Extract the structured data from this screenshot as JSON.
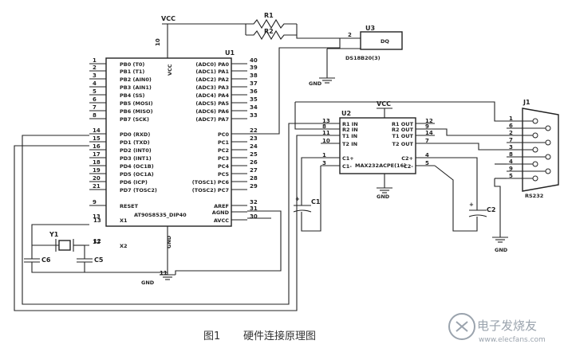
{
  "figure_caption": {
    "number": "图1",
    "title": "硬件连接原理图"
  },
  "watermark": {
    "brand": "电子发烧友",
    "url": "www.elecfans.com"
  },
  "u1": {
    "ref": "U1",
    "part": "AT90S8535_DIP40",
    "left_pins": [
      {
        "num": "1",
        "name": "PB0 (T0)"
      },
      {
        "num": "2",
        "name": "PB1 (T1)"
      },
      {
        "num": "3",
        "name": "PB2 (AIN0)"
      },
      {
        "num": "4",
        "name": "PB3 (AIN1)"
      },
      {
        "num": "5",
        "name": "PB4 (SS)"
      },
      {
        "num": "6",
        "name": "PB5 (MOSI)"
      },
      {
        "num": "7",
        "name": "PB6 (MISO)"
      },
      {
        "num": "8",
        "name": "PB7 (SCK)"
      },
      {
        "num": "14",
        "name": "PD0 (RXD)"
      },
      {
        "num": "15",
        "name": "PD1 (TXD)"
      },
      {
        "num": "16",
        "name": "PD2 (INT0)"
      },
      {
        "num": "17",
        "name": "PD3 (INT1)"
      },
      {
        "num": "18",
        "name": "PD4 (OC1B)"
      },
      {
        "num": "19",
        "name": "PD5 (OC1A)"
      },
      {
        "num": "20",
        "name": "PD6 (ICP)"
      },
      {
        "num": "21",
        "name": "PD7 (TOSC2)"
      },
      {
        "num": "9",
        "name": "RESET"
      },
      {
        "num": "13",
        "name": "X1"
      },
      {
        "num": "12",
        "name": "X2"
      }
    ],
    "right_pins": [
      {
        "num": "40",
        "name": "(ADC0) PA0"
      },
      {
        "num": "39",
        "name": "(ADC1) PA1"
      },
      {
        "num": "38",
        "name": "(ADC2) PA2"
      },
      {
        "num": "37",
        "name": "(ADC3) PA3"
      },
      {
        "num": "36",
        "name": "(ADC4) PA4"
      },
      {
        "num": "35",
        "name": "(ADC5) PA5"
      },
      {
        "num": "34",
        "name": "(ADC6) PA6"
      },
      {
        "num": "33",
        "name": "(ADC7) PA7"
      },
      {
        "num": "22",
        "name": "PC0"
      },
      {
        "num": "23",
        "name": "PC1"
      },
      {
        "num": "24",
        "name": "PC2"
      },
      {
        "num": "25",
        "name": "PC3"
      },
      {
        "num": "26",
        "name": "PC4"
      },
      {
        "num": "27",
        "name": "PC5"
      },
      {
        "num": "28",
        "name": "(TOSC1) PC6"
      },
      {
        "num": "29",
        "name": "(TOSC2) PC7"
      },
      {
        "num": "32",
        "name": "AREF"
      },
      {
        "num": "31",
        "name": "AGND"
      },
      {
        "num": "30",
        "name": "AVCC"
      }
    ],
    "vcc_pin_num": "10",
    "vcc_pin_name": "VCC",
    "gnd_pin_num": "11",
    "gnd_pin_name": "GND"
  },
  "u2": {
    "ref": "U2",
    "part": "MAX232ACPE(16)",
    "vcc_label": "VCC",
    "left_pins": [
      {
        "num": "13",
        "name": "R1 IN"
      },
      {
        "num": "8",
        "name": "R2 IN"
      },
      {
        "num": "11",
        "name": "T1 IN"
      },
      {
        "num": "10",
        "name": "T2 IN"
      },
      {
        "num": "1",
        "name": "C1+"
      },
      {
        "num": "3",
        "name": "C1-"
      }
    ],
    "right_pins": [
      {
        "num": "12",
        "name": "R1 OUT"
      },
      {
        "num": "9",
        "name": "R2 OUT"
      },
      {
        "num": "14",
        "name": "T1 OUT"
      },
      {
        "num": "7",
        "name": "T2 OUT"
      },
      {
        "num": "4",
        "name": "C2+"
      },
      {
        "num": "5",
        "name": "C2-"
      }
    ]
  },
  "u3": {
    "ref": "U3",
    "part": "DS18B20(3)",
    "pin_label": "DQ",
    "pin_num": "2"
  },
  "j1": {
    "ref": "J1",
    "part": "RS232",
    "pins": [
      "1",
      "6",
      "2",
      "7",
      "3",
      "8",
      "4",
      "9",
      "5"
    ]
  },
  "r1": {
    "ref": "R1"
  },
  "r2": {
    "ref": "R2"
  },
  "y1": {
    "ref": "Y1",
    "pin_left": "13",
    "pin_right": "12"
  },
  "c1": {
    "ref": "C1"
  },
  "c2": {
    "ref": "C2"
  },
  "c5": {
    "ref": "C5"
  },
  "c6": {
    "ref": "C6"
  },
  "vcc_top": "VCC",
  "gnd_labels": {
    "u3_gnd": "GND",
    "u2_gnd": "GND",
    "j1_gnd": "GND",
    "u1_gnd": "GND"
  }
}
